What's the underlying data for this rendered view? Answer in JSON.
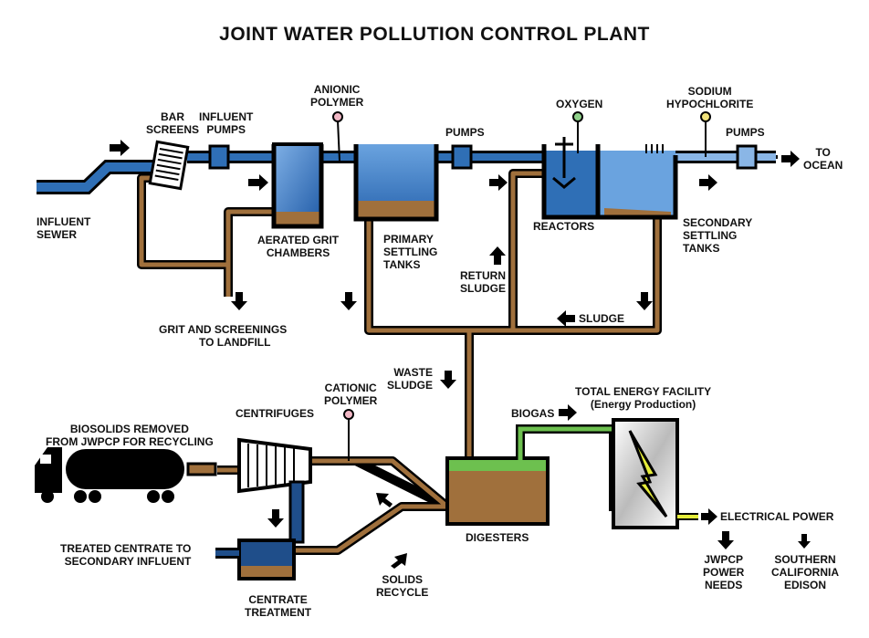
{
  "title": "JOINT WATER POLLUTION CONTROL PLANT",
  "labels": {
    "bar_screens": [
      "BAR",
      "SCREENS"
    ],
    "influent_pumps": [
      "INFLUENT",
      "PUMPS"
    ],
    "anionic_polymer": [
      "ANIONIC",
      "POLYMER"
    ],
    "pumps_1": [
      "PUMPS"
    ],
    "oxygen": [
      "OXYGEN"
    ],
    "sodium_hypochlorite": [
      "SODIUM",
      "HYPOCHLORITE"
    ],
    "pumps_2": [
      "PUMPS"
    ],
    "to_ocean": [
      "TO",
      "OCEAN"
    ],
    "influent_sewer": [
      "INFLUENT",
      "SEWER"
    ],
    "aerated_grit_chambers": [
      "AERATED GRIT",
      "CHAMBERS"
    ],
    "primary_settling_tanks": [
      "PRIMARY",
      "SETTLING",
      "TANKS"
    ],
    "reactors": [
      "REACTORS"
    ],
    "secondary_settling_tanks": [
      "SECONDARY",
      "SETTLING",
      "TANKS"
    ],
    "return_sludge": [
      "RETURN",
      "SLUDGE"
    ],
    "sludge": [
      "SLUDGE"
    ],
    "grit_screenings": [
      "GRIT AND SCREENINGS",
      "TO LANDFILL"
    ],
    "waste_sludge": [
      "WASTE",
      "SLUDGE"
    ],
    "cationic_polymer": [
      "CATIONIC",
      "POLYMER"
    ],
    "centrifuges": [
      "CENTRIFUGES"
    ],
    "biosolids": [
      "BIOSOLIDS REMOVED",
      "FROM JWPCP FOR RECYCLING"
    ],
    "biogas": [
      "BIOGAS"
    ],
    "total_energy": [
      "TOTAL ENERGY FACILITY"
    ],
    "energy_production": [
      "(Energy Production)"
    ],
    "digesters": [
      "DIGESTERS"
    ],
    "electrical_power": [
      "ELECTRICAL POWER"
    ],
    "treated_centrate": [
      "TREATED CENTRATE TO",
      "SECONDARY INFLUENT"
    ],
    "centrate_treatment": [
      "CENTRATE",
      "TREATMENT"
    ],
    "solids_recycle": [
      "SOLIDS",
      "RECYCLE"
    ],
    "jwpcp_power": [
      "JWPCP",
      "POWER",
      "NEEDS"
    ],
    "southern_california_edison": [
      "SOUTHERN",
      "CALIFORNIA",
      "EDISON"
    ]
  },
  "colors": {
    "water": "#2f6fb6",
    "water_light": "#8ab6e6",
    "sludge": "#a0703c",
    "biogas": "#6dc04f",
    "energy": "#e5ec3a",
    "outline": "#000000",
    "polymer_pink": "#f2b8c6",
    "oxygen_green": "#8fd18a",
    "hypo_yellow": "#f0e27a"
  },
  "icons": [
    "arrow-icon",
    "truck-icon",
    "bar-screen-icon",
    "mixer-icon",
    "lightning-icon"
  ]
}
